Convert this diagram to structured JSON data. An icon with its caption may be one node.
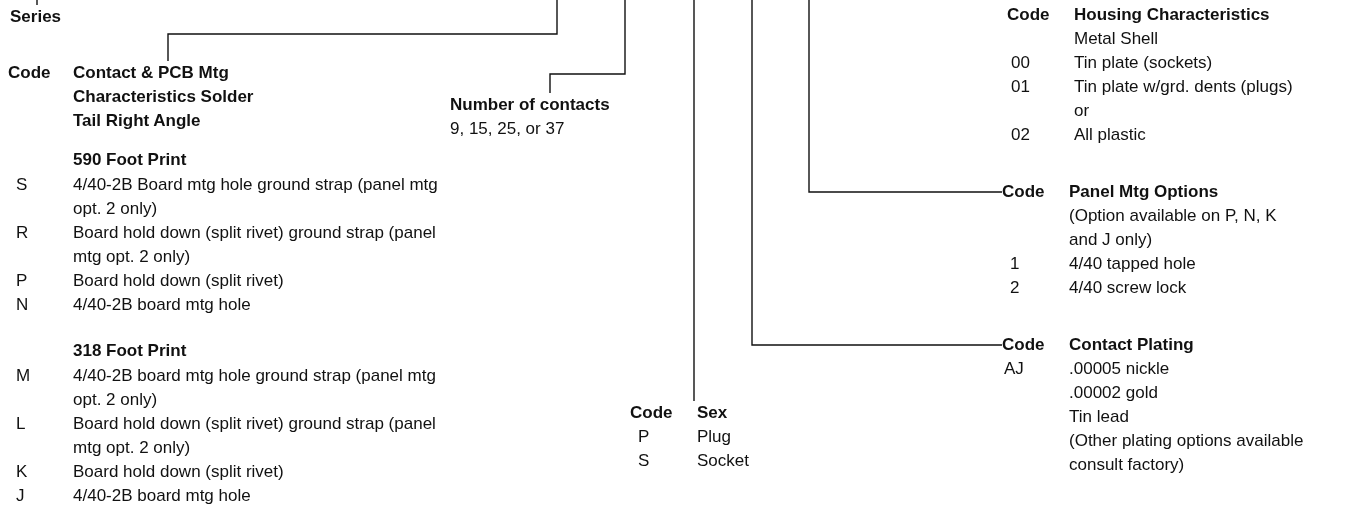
{
  "diagram": {
    "nodes": [
      {
        "text": [
          "Series"
        ]
      },
      {
        "text": [
          "Code",
          "Contact & PCB Mtg Characteristics Solder Tail Right Angle",
          "590 Foot Print",
          "S",
          "4/40-2B Board mtg hole ground strap (panel mtg opt. 2 only)",
          "R",
          "Board hold down (split rivet) ground strap (panel mtg opt. 2 only)",
          "P",
          "Board hold down (split rivet)",
          "N",
          "4/40-2B board mtg hole",
          "318 Foot Print",
          "M",
          "4/40-2B board mtg hole ground strap (panel mtg opt. 2 only)",
          "L",
          "Board hold down (split rivet) ground strap (panel mtg opt. 2 only)",
          "K",
          "Board hold down (split rivet)",
          "J",
          "4/40-2B board mtg hole"
        ]
      },
      {
        "text": [
          "Number of contacts",
          "9, 15, 25, or 37"
        ]
      },
      {
        "text": [
          "Code",
          "Sex",
          "P",
          "Plug",
          "S",
          "Socket"
        ]
      },
      {
        "text": [
          "Code",
          "Housing Characteristics",
          "Metal Shell",
          "00",
          "Tin plate (sockets)",
          "01",
          "Tin plate w/grd. dents (plugs)",
          "or",
          "02",
          "All plastic"
        ]
      },
      {
        "text": [
          "Code",
          "Panel Mtg Options",
          "(Option available on P, N, K and J only)",
          "1",
          "4/40 tapped hole",
          "2",
          "4/40 screw lock"
        ]
      },
      {
        "text": [
          "Code",
          "Contact Plating",
          "AJ",
          ".00005 nickle",
          ".00002 gold",
          "Tin lead",
          "(Other plating options available consult factory)"
        ]
      }
    ],
    "edges": [
      {
        "from": null,
        "to": 0,
        "arrow": "none"
      },
      {
        "from": null,
        "to": 1,
        "arrow": "none"
      },
      {
        "from": null,
        "to": 2,
        "arrow": "none"
      },
      {
        "from": null,
        "to": 3,
        "arrow": "none"
      },
      {
        "from": null,
        "to": 6,
        "arrow": "none"
      },
      {
        "from": null,
        "to": 5,
        "arrow": "none"
      }
    ]
  }
}
